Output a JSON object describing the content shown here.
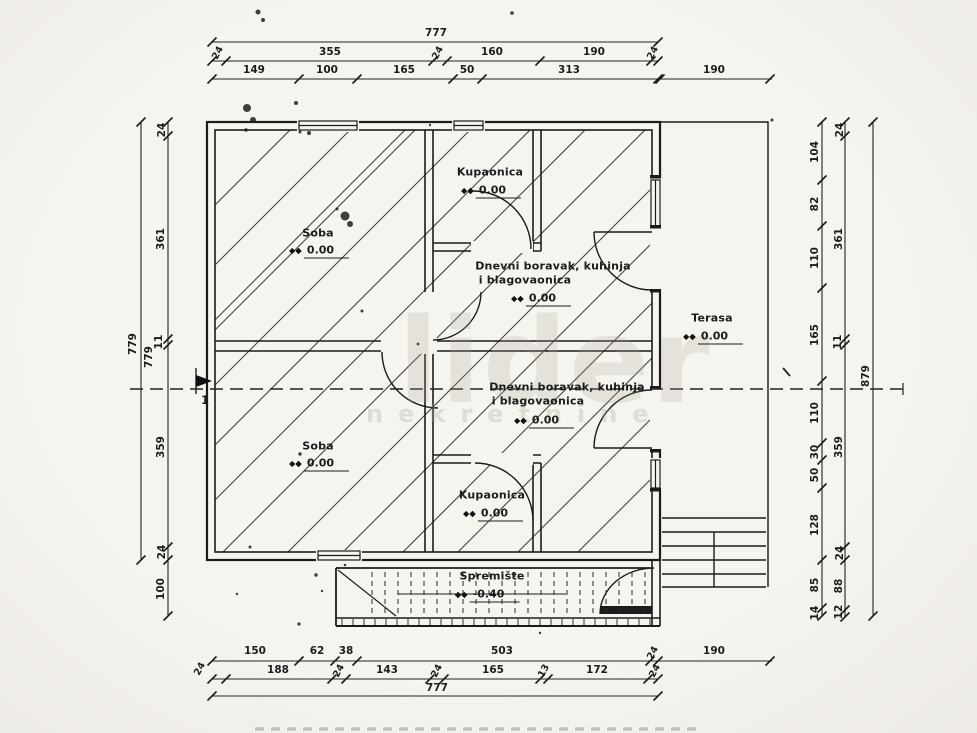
{
  "plan": {
    "rooms": {
      "soba_top": {
        "name": "Soba",
        "elev": "0.00"
      },
      "kupaonica_top": {
        "name": "Kupaonica",
        "elev": "0.00"
      },
      "dnevni_top": {
        "line1": "Dnevni boravak, kuhinja",
        "line2": "i blagovaonica",
        "elev": "0.00"
      },
      "terasa": {
        "name": "Terasa",
        "elev": "0.00"
      },
      "dnevni_bottom": {
        "line1": "Dnevni boravak, kuhinja",
        "line2": "i blagovaonica",
        "elev": "0.00"
      },
      "soba_bottom": {
        "name": "Soba",
        "elev": "0.00"
      },
      "kupaonica_bottom": {
        "name": "Kupaonica",
        "elev": "0.00"
      },
      "spremiste": {
        "name": "Spremište",
        "elev": "-0.40"
      }
    },
    "section_marker": "1",
    "watermark": {
      "line1": "lider",
      "line2": "nekretnine"
    },
    "colors": {
      "ink": "#1b1b1b",
      "paper": "#f6f4ef",
      "watermark": "#a8a298"
    }
  },
  "dims": {
    "top": {
      "total": "777",
      "chain2": [
        "24",
        "355",
        "24",
        "160",
        "190",
        "24"
      ],
      "chain3": [
        "149",
        "100",
        "165",
        "50",
        "313"
      ],
      "terrace": "190"
    },
    "bottom": {
      "chain1": [
        "150",
        "62",
        "38",
        "503",
        "24"
      ],
      "terrace": "190",
      "chain2": [
        "24",
        "188",
        "24",
        "143",
        "24",
        "165",
        "13",
        "172",
        "24"
      ],
      "total": "777"
    },
    "left": {
      "total": "779",
      "chain": [
        "24",
        "361",
        "11",
        "359",
        "24"
      ],
      "chain_total": "779",
      "below": "100"
    },
    "right": {
      "chain1": [
        "104",
        "82",
        "110",
        "165",
        "110",
        "30",
        "50",
        "128",
        "85",
        "14"
      ],
      "chain2": [
        "24",
        "361",
        "11",
        "359",
        "24",
        "88",
        "12"
      ],
      "total": "879"
    }
  }
}
